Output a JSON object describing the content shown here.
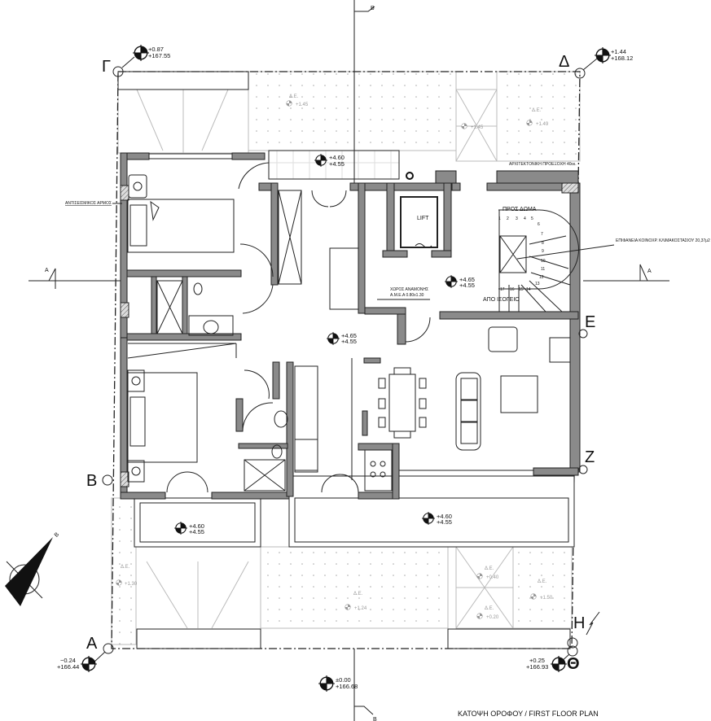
{
  "title": "ΚΑΤΟΨΗ ΟΡΟΦΟΥ / FIRST FLOOR PLAN",
  "grid_labels": {
    "gamma": "Γ",
    "delta": "Δ",
    "epsilon": "Ε",
    "zeta": "Ζ",
    "beta": "Β",
    "alpha": "Α",
    "eta": "Η",
    "theta": "Θ"
  },
  "sections": {
    "top": "B",
    "bottom": "B",
    "left": "A",
    "right": "A"
  },
  "north_label": "B",
  "corner_levels": {
    "gamma": {
      "top": "+0.87",
      "bottom": "+167.55"
    },
    "delta": {
      "top": "+1.44",
      "bottom": "+168.12"
    },
    "alpha": {
      "top": "−0.24",
      "bottom": "+166.44"
    },
    "theta": {
      "top": "+0.25",
      "bottom": "+166.93"
    },
    "center_bottom": {
      "top": "±0.00",
      "bottom": "+166.68"
    }
  },
  "interior_levels": {
    "balcony_top": {
      "top": "+4.60",
      "bottom": "+4.55"
    },
    "lobby": {
      "top": "+4.65",
      "bottom": "+4.55"
    },
    "living": {
      "top": "+4.65",
      "bottom": "+4.55"
    },
    "balcony_bl": {
      "top": "+4.60",
      "bottom": "+4.55"
    },
    "balcony_br": {
      "top": "+4.60",
      "bottom": "+4.55"
    }
  },
  "garden": {
    "label": "Δ.Ε.",
    "levels": [
      "+1.45",
      "+1.45",
      "+1.49",
      "+1.30",
      "+1.24",
      "+0.40",
      "+0.20",
      "+1.50"
    ]
  },
  "annotations": {
    "seismic_joint": "ΑΝΤΙΣΕΙΣΜΙΚΟΣ ΑΡΜΟΣ",
    "arch_setback": "ΑΡΧΙΤΕΚΤΟΝΙΚΗ ΠΡΟΕΞΟΧΗ 40εκ.",
    "stair_area": "ΕΠΙΦΑΝΕΙΑ ΚΟΙΝΟΧΡ. ΚΛΙΜΑΚΟΣΤΑΣΙΟΥ 20,37μ2",
    "lift": "LIFT",
    "waiting_1": "ΧΩΡΟΣ ΑΝΑΜΟΝΗΣ",
    "waiting_2": "Α.Μ.Ε.Α 0.80x1.30",
    "stairs_up": "ΠΡΟΣ ΔΩΜΑ",
    "stairs_down": "ΑΠΟ ΙΣΟΓΕΙΟ",
    "stair_numbers": [
      "1",
      "2",
      "3",
      "4",
      "5",
      "6",
      "7",
      "8",
      "9",
      "10",
      "11",
      "12",
      "13",
      "14",
      "15",
      "16",
      "17"
    ]
  }
}
